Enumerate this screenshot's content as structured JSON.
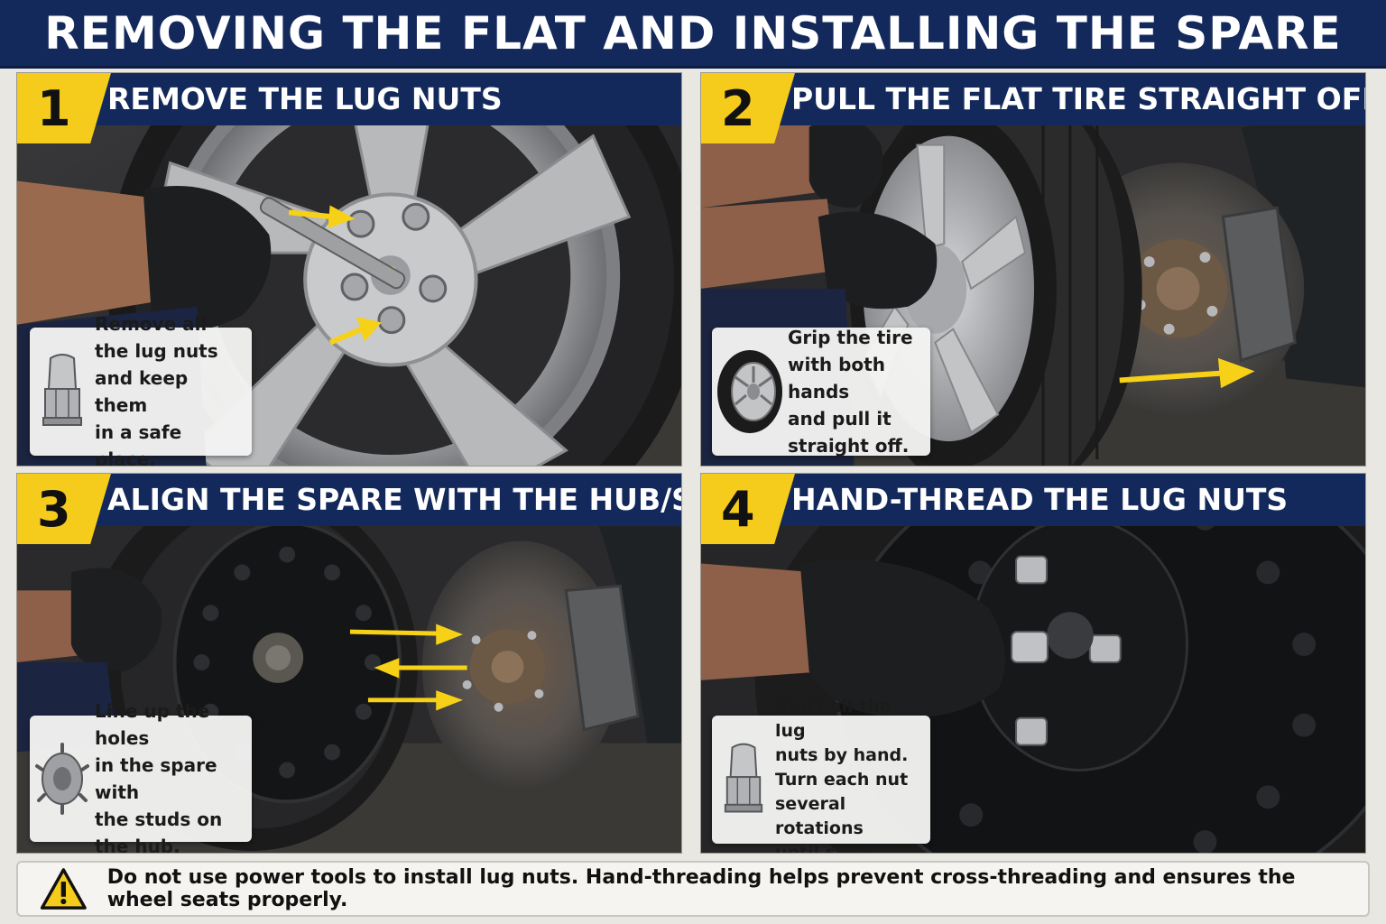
{
  "title": "REMOVING THE FLAT AND INSTALLING THE SPARE",
  "steps": [
    {
      "number": "1",
      "title": "REMOVE THE LUG NUTS",
      "lines": [
        "Remove all",
        "the lug nuts",
        "and keep them",
        "in a safe place."
      ],
      "icon": "lug-nut-icon"
    },
    {
      "number": "2",
      "title": "PULL THE FLAT TIRE STRAIGHT OFF",
      "lines": [
        "Grip the tire",
        "with both hands",
        "and pull it",
        "straight off."
      ],
      "icon": "tire-icon"
    },
    {
      "number": "3",
      "title": "ALIGN THE SPARE WITH THE HUB/STUDS",
      "lines": [
        "Line up the holes",
        "in the spare with",
        "the studs on",
        "the hub."
      ],
      "icon": "hub-studs-icon"
    },
    {
      "number": "4",
      "title": "HAND-THREAD THE LUG NUTS",
      "lines": [
        "Start all the lug",
        "nuts by hand.",
        "Turn each nut",
        "several rotations",
        "until snug."
      ],
      "icon": "lug-nut-icon"
    }
  ],
  "warning": {
    "text": "Do not use power tools to install lug nuts. Hand-threading helps prevent cross-threading and ensures the wheel seats properly.",
    "icon": "warning-triangle-icon"
  },
  "colors": {
    "header_navy": "#14295b",
    "badge_yellow": "#f5cc1c",
    "arrow_yellow": "#f7d117"
  }
}
